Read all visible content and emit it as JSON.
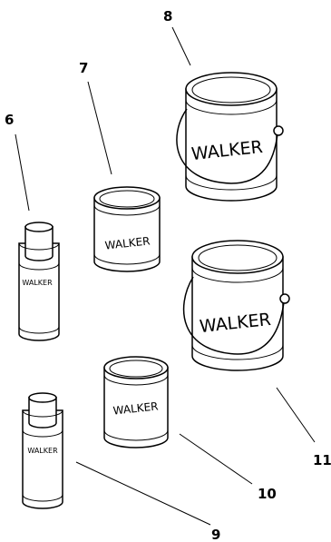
{
  "brand_text": "WALKER",
  "callouts": [
    "6",
    "7",
    "8",
    "9",
    "10",
    "11"
  ]
}
